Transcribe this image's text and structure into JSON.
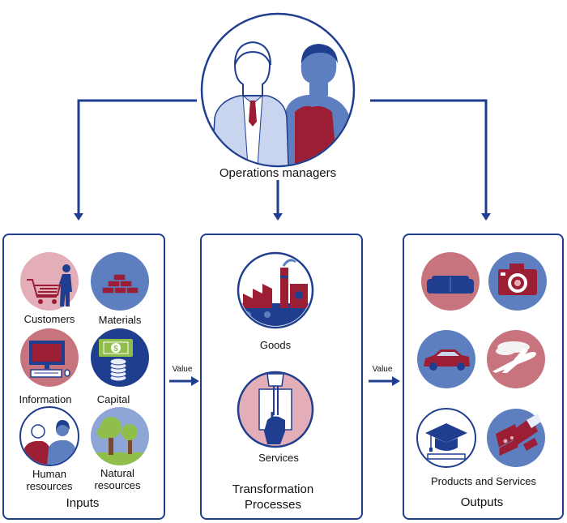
{
  "top": {
    "label": "Operations managers"
  },
  "inputs": {
    "title": "Inputs",
    "items": [
      {
        "label": "Customers"
      },
      {
        "label": "Materials"
      },
      {
        "label": "Information"
      },
      {
        "label": "Capital"
      },
      {
        "label": "Human resources"
      },
      {
        "label": "Natural resources"
      }
    ]
  },
  "transformation": {
    "title": "Transformation Processes",
    "items": [
      {
        "label": "Goods"
      },
      {
        "label": "Services"
      }
    ]
  },
  "outputs": {
    "title": "Outputs",
    "caption": "Products and Services"
  },
  "flow": {
    "value_left": "Value",
    "value_right": "Value"
  },
  "colors": {
    "navy": "#1f3e8f",
    "blue": "#5d7fbf",
    "light_blue": "#8ea6d6",
    "pink": "#e3aeb8",
    "rose": "#c8747f",
    "red": "#9b1e34",
    "green": "#8fbf4a"
  }
}
